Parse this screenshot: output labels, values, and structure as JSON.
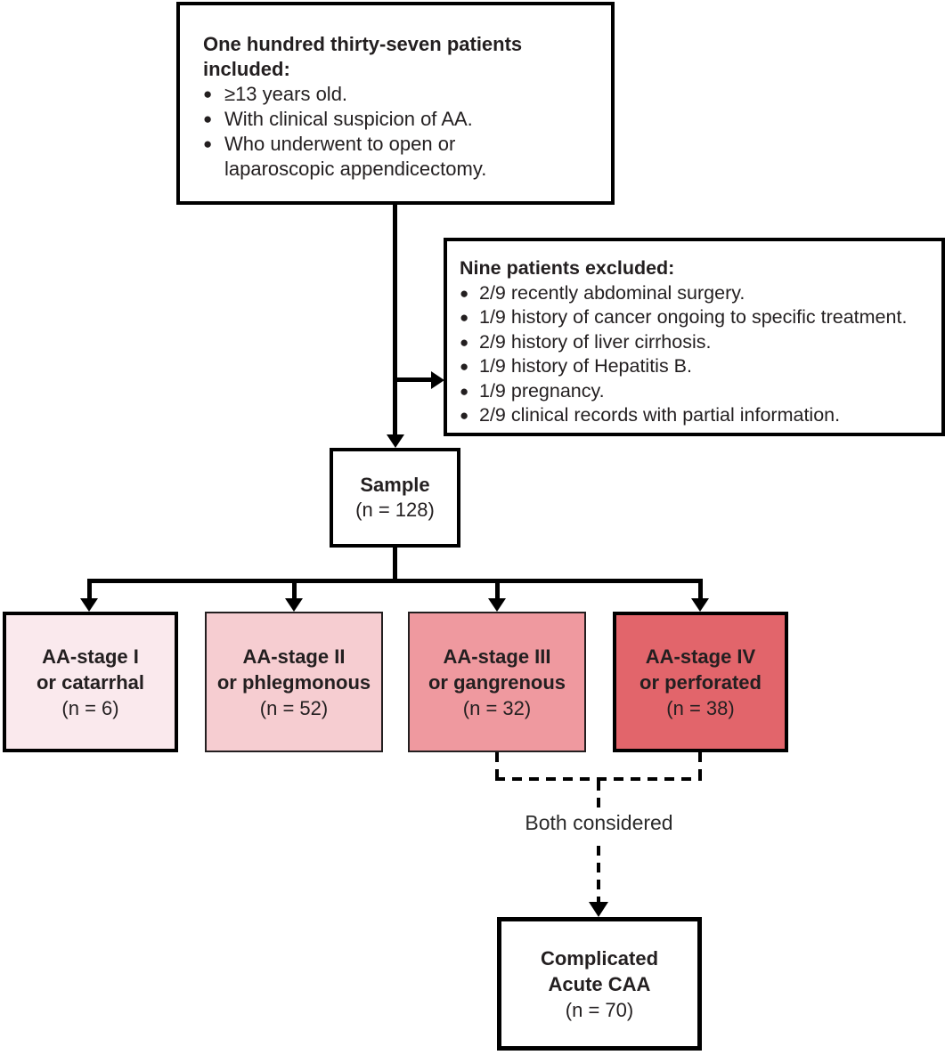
{
  "bullet_char": "●",
  "included_box": {
    "title": "One hundred thirty-seven patients\nincluded:",
    "bullets": [
      "≥13 years old.",
      "With clinical suspicion of AA.",
      "Who underwent to open or\nlaparoscopic appendicectomy."
    ]
  },
  "excluded_box": {
    "title": "Nine patients excluded:",
    "bullets": [
      "2/9 recently abdominal surgery.",
      "1/9 history of cancer ongoing to specific treatment.",
      "2/9 history of liver cirrhosis.",
      "1/9 history of Hepatitis B.",
      "1/9 pregnancy.",
      "2/9 clinical records with partial information."
    ]
  },
  "sample_box": {
    "title": "Sample",
    "n": "(n = 128)"
  },
  "stages": [
    {
      "line1": "AA-stage I",
      "line2": "or catarrhal",
      "n": "(n = 6)",
      "bg": "#fae9ed"
    },
    {
      "line1": "AA-stage II",
      "line2": "or phlegmonous",
      "n": "(n = 52)",
      "bg": "#f6cdd1"
    },
    {
      "line1": "AA-stage III",
      "line2": "or gangrenous",
      "n": "(n = 32)",
      "bg": "#ef999f"
    },
    {
      "line1": "AA-stage IV",
      "line2": "or perforated",
      "n": "(n = 38)",
      "bg": "#e2656b"
    }
  ],
  "both_considered_label": "Both considered",
  "complicated_box": {
    "line1": "Complicated",
    "line2": "Acute CAA",
    "n": "(n = 70)"
  },
  "colors": {
    "text": "#231f20",
    "line": "#000000",
    "stage1_bg": "#fae9ed",
    "stage2_bg": "#f6cdd1",
    "stage3_bg": "#ef999f",
    "stage4_bg": "#e2656b"
  }
}
